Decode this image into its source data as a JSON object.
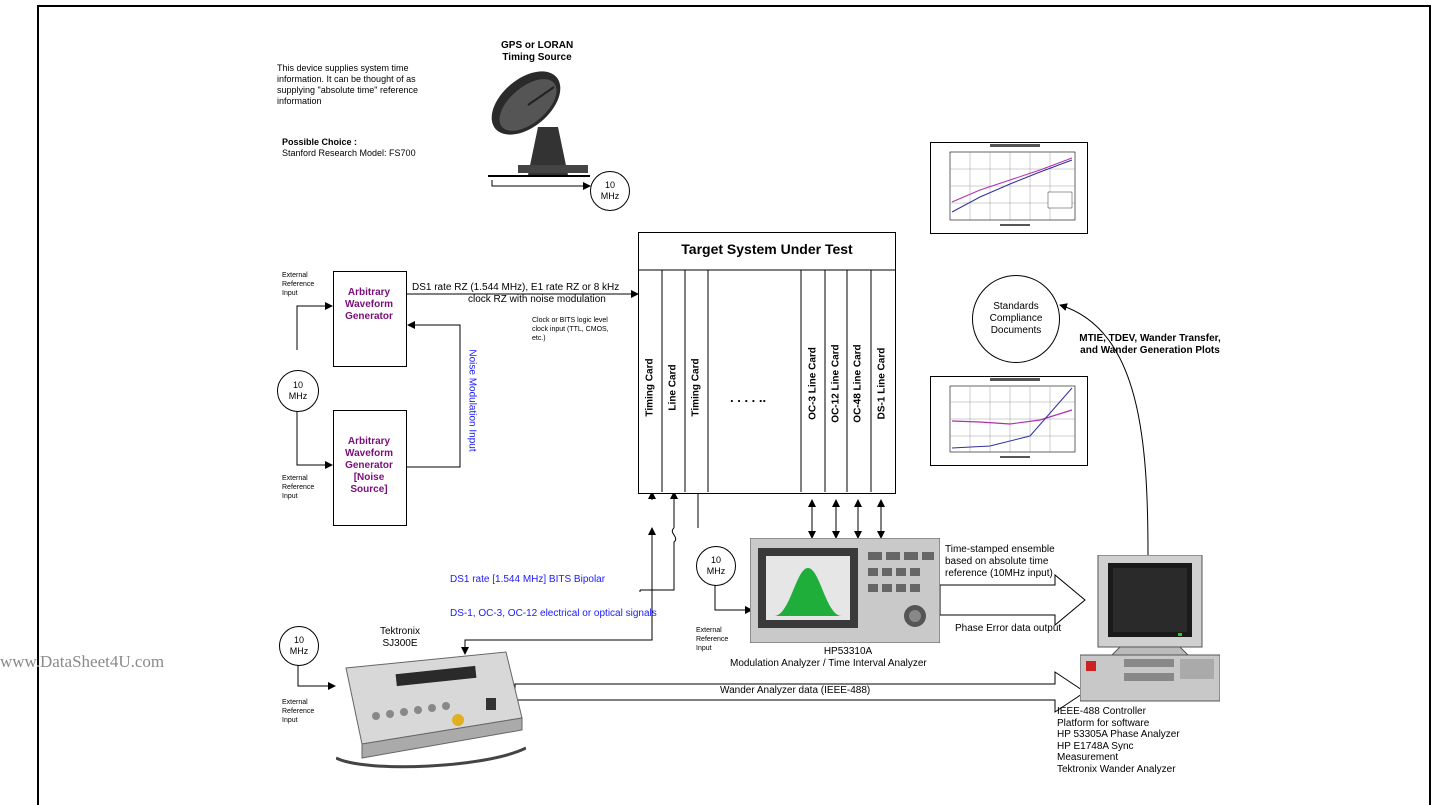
{
  "watermark": "www.DataSheet4U.com",
  "gps": {
    "title_line1": "GPS or LORAN",
    "title_line2": "Timing Source",
    "desc_line1": "This device supplies system time",
    "desc_line2": "information. It can be thought of as",
    "desc_line3": "supplying \"absolute time\" reference",
    "desc_line4": "information",
    "choice_label": "Possible Choice :",
    "choice_value": "Stanford Research Model: FS700",
    "ref_line1": "10",
    "ref_line2": "MHz"
  },
  "target": {
    "title": "Target System Under Test",
    "cards": [
      "Timing Card",
      "Line Card",
      "Timing Card",
      "OC-3 Line Card",
      "OC-12 Line Card",
      "OC-48 Line Card",
      "DS-1 Line Card"
    ],
    "ellipsis": ". . . . .."
  },
  "awg1": {
    "line1": "Arbitrary",
    "line2": "Waveform",
    "line3": "Generator",
    "ext_ref_line1": "External",
    "ext_ref_line2": "Reference",
    "ext_ref_line3": "Input"
  },
  "awg2": {
    "line1": "Arbitrary",
    "line2": "Waveform",
    "line3": "Generator",
    "line4": "[Noise",
    "line5": "Source]",
    "ext_ref_line1": "External",
    "ext_ref_line2": "Reference",
    "ext_ref_line3": "Input"
  },
  "awg_ref": {
    "line1": "10",
    "line2": "MHz"
  },
  "signals": {
    "ds1_line1": "DS1 rate RZ (1.544 MHz), E1 rate RZ or 8 kHz",
    "ds1_line2": "clock RZ with noise modulation",
    "clock_line1": "Clock or BITS logic level",
    "clock_line2": "clock input (TTL, CMOS,",
    "clock_line3": "etc.)",
    "noise_mod": "Noise Modulation Input",
    "bits_bipolar": "DS1 rate [1.544 MHz] BITS Bipolar",
    "ds_oc": "DS-1, OC-3, OC-12 electrical or optical signals"
  },
  "standards": {
    "line1": "Standards",
    "line2": "Compliance",
    "line3": "Documents",
    "plots_line1": "MTIE, TDEV, Wander Transfer,",
    "plots_line2": "and Wander Generation Plots"
  },
  "hp": {
    "ref_line1": "10",
    "ref_line2": "MHz",
    "ext_ref_line1": "External",
    "ext_ref_line2": "Reference",
    "ext_ref_line3": "Input",
    "name_line1": "HP53310A",
    "name_line2": "Modulation Analyzer / Time Interval Analyzer",
    "ts_line1": "Time-stamped ensemble",
    "ts_line2": "based on absolute time",
    "ts_line3": "reference (10MHz input)",
    "phase_error": "Phase Error data output"
  },
  "tek": {
    "ref_line1": "10",
    "ref_line2": "MHz",
    "name_line1": "Tektronix",
    "name_line2": "SJ300E",
    "ext_ref_line1": "External",
    "ext_ref_line2": "Reference",
    "ext_ref_line3": "Input",
    "wander_data": "Wander Analyzer data (IEEE-488)"
  },
  "controller": {
    "line1": "IEEE-488 Controller",
    "line2": "Platform for software",
    "line3": "HP 53305A Phase Analyzer",
    "line4": "HP E1748A Sync",
    "line5": "Measurement",
    "line6": "Tektronix Wander Analyzer"
  },
  "colors": {
    "border": "#000000",
    "blue_text": "#1a1aff",
    "purple_text": "#7a0f7a",
    "watermark": "#8a8a8a"
  }
}
